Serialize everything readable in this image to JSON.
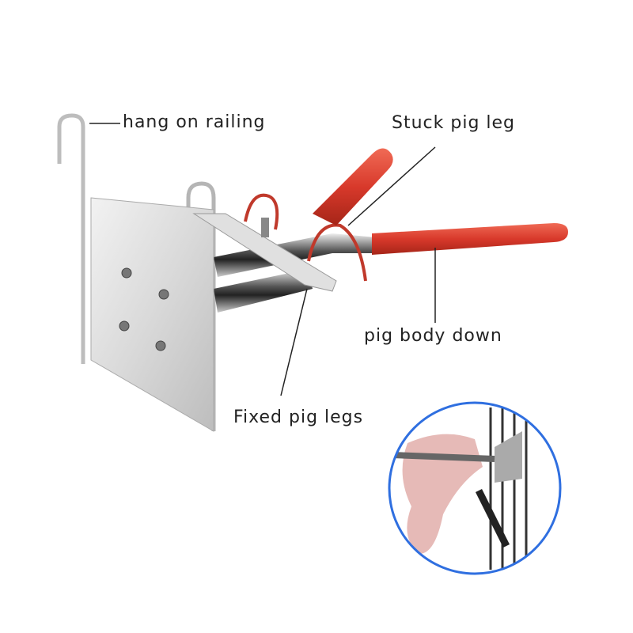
{
  "labels": {
    "hang": "hang on railing",
    "stuck": "Stuck pig leg",
    "body": "pig body down",
    "fixed": "Fixed pig legs"
  },
  "colors": {
    "handle": "#d8392b",
    "steel": "#c9c9c9",
    "inset_border": "#2f6fe0",
    "leader": "#222222"
  }
}
